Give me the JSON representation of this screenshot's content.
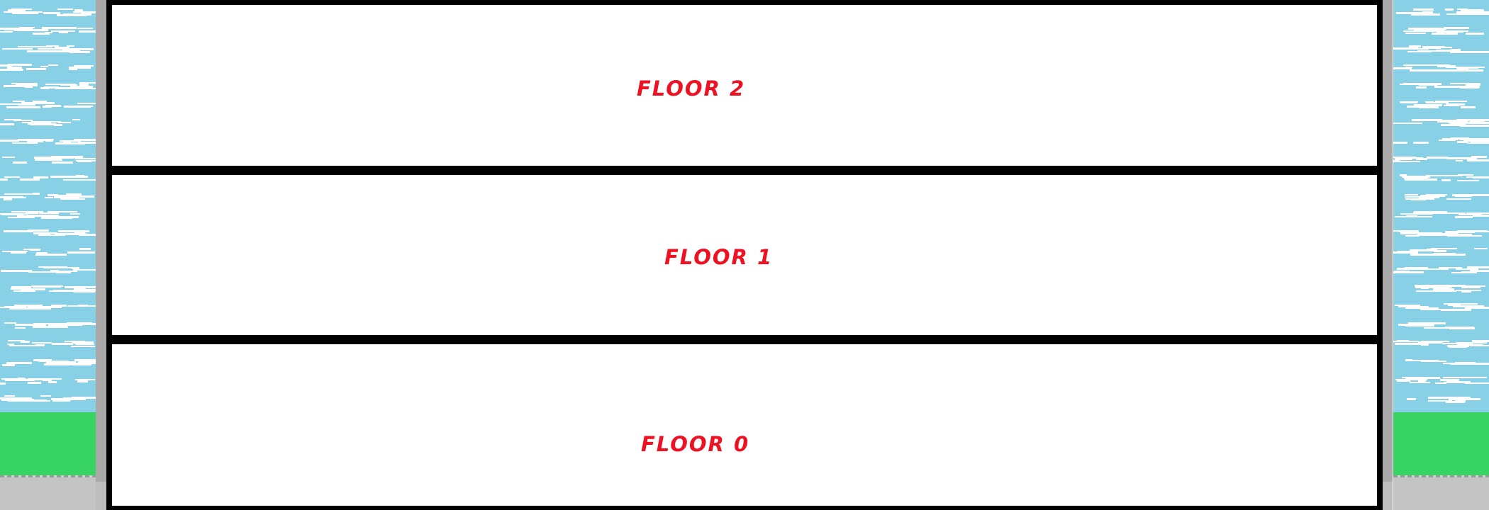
{
  "floors": [
    {
      "label": "FLOOR 2"
    },
    {
      "label": "FLOOR 1"
    },
    {
      "label": "FLOOR 0"
    }
  ],
  "colors": {
    "sky": "#87d0e6",
    "cloud": "#ffffff",
    "grass": "#38d463",
    "pavement": "#c4c4c4",
    "wall": "#a9a9a9",
    "building_frame": "#000000",
    "floor_fill": "#ffffff",
    "floor_label": "#ee1122"
  },
  "icons": {
    "clouds": "cloud-pattern",
    "ground": "grass-strip"
  }
}
